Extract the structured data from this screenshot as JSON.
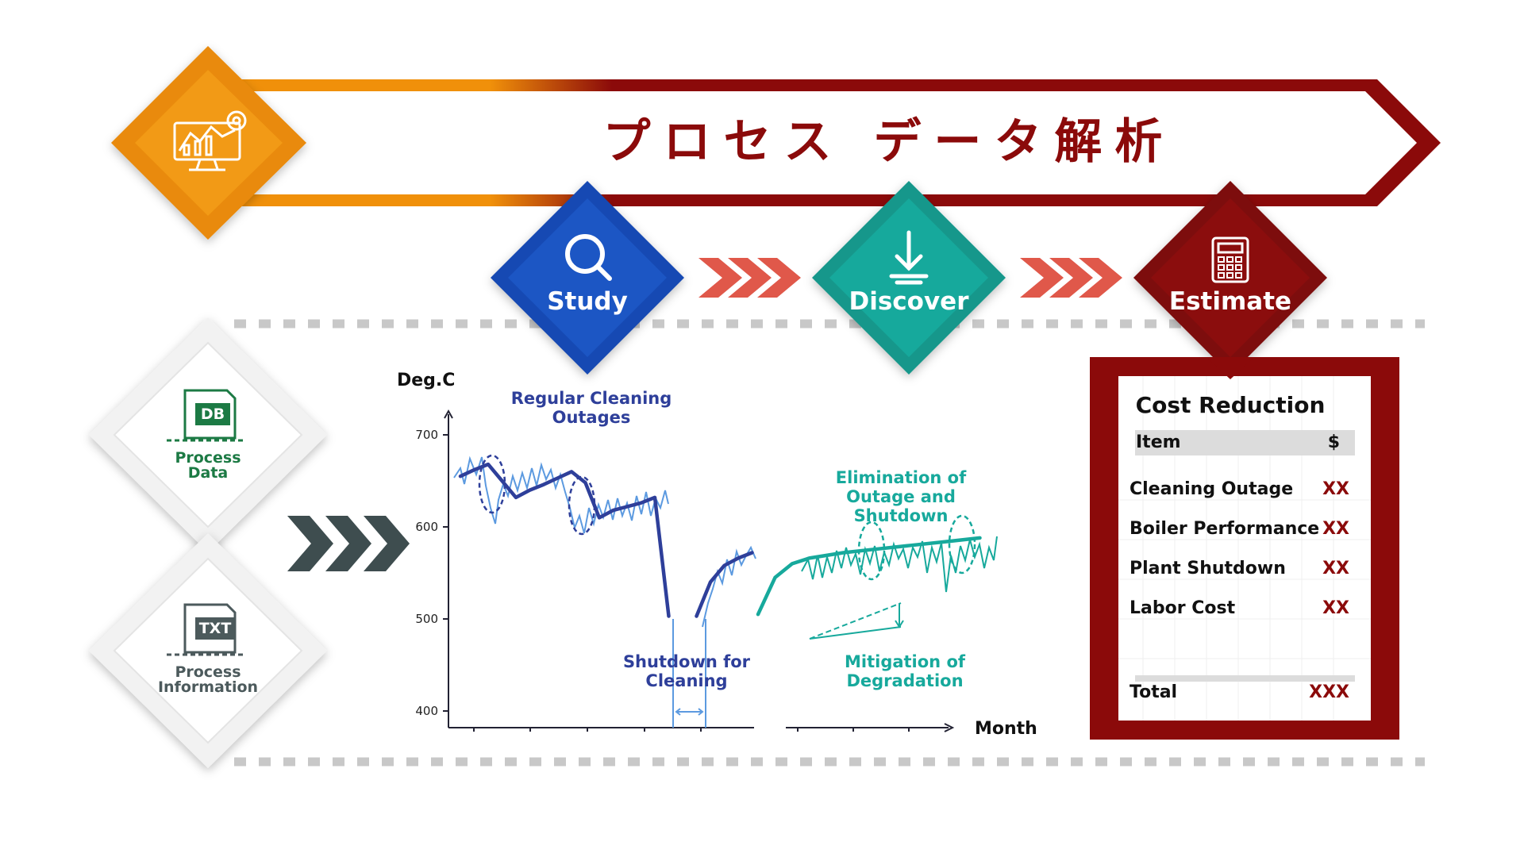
{
  "title": "プロセス データ解析",
  "steps": [
    {
      "label": "Study",
      "icon": "magnifier-icon",
      "color": "#1a56c4"
    },
    {
      "label": "Discover",
      "icon": "download-icon",
      "color": "#17a99c"
    },
    {
      "label": "Estimate",
      "icon": "calculator-icon",
      "color": "#8b0a0a"
    }
  ],
  "sources": [
    {
      "badge": "DB",
      "label_line1": "Process",
      "label_line2": "Data",
      "color": "#1c7a44"
    },
    {
      "badge": "TXT",
      "label_line1": "Process",
      "label_line2": "Information",
      "color": "#4c5a5c"
    }
  ],
  "chart_data": {
    "type": "line",
    "ylabel": "Deg.C",
    "xlabel": "Month",
    "yticks": [
      700,
      600,
      500,
      400
    ],
    "ylim": [
      380,
      720
    ],
    "annotations": {
      "regular_cleaning": [
        "Regular Cleaning",
        "Outages"
      ],
      "shutdown": [
        "Shutdown for",
        "Cleaning"
      ],
      "elimination": [
        "Elimination of",
        "Outage and Shutdown"
      ],
      "mitigation": [
        "Mitigation of",
        "Degradation"
      ]
    },
    "series": [
      {
        "values": [
          [
            0.0,
            655
          ],
          [
            0.5,
            662
          ],
          [
            1.0,
            668
          ],
          [
            1.5,
            650
          ],
          [
            2.0,
            632
          ],
          [
            2.5,
            640
          ],
          [
            3.0,
            646
          ],
          [
            3.5,
            653
          ],
          [
            4.0,
            660
          ],
          [
            4.5,
            648
          ],
          [
            5.0,
            610
          ],
          [
            5.5,
            618
          ],
          [
            6.0,
            622
          ],
          [
            6.5,
            626
          ],
          [
            7.0,
            632
          ],
          [
            7.5,
            503
          ]
        ]
      },
      {
        "values": [
          [
            8.5,
            503
          ],
          [
            9.0,
            540
          ],
          [
            9.5,
            558
          ],
          [
            10.0,
            566
          ],
          [
            10.5,
            572
          ]
        ]
      },
      {
        "values": [
          [
            11.5,
            505
          ],
          [
            12.0,
            545
          ],
          [
            12.5,
            560
          ],
          [
            13.0,
            566
          ],
          [
            14.0,
            572
          ],
          [
            15.0,
            576
          ],
          [
            16.0,
            580
          ],
          [
            17.0,
            584
          ],
          [
            18.0,
            588
          ]
        ]
      }
    ]
  },
  "cost": {
    "title": "Cost Reduction",
    "header_item": "Item",
    "header_value": "$",
    "rows": [
      {
        "item": "Cleaning Outage",
        "value": "XX"
      },
      {
        "item": "Boiler Performance",
        "value": "XX"
      },
      {
        "item": "Plant Shutdown",
        "value": "XX"
      },
      {
        "item": "Labor Cost",
        "value": "XX"
      }
    ],
    "total_label": "Total",
    "total_value": "XXX"
  },
  "colors": {
    "primary_red": "#8b0a0a",
    "orange": "#f0900a",
    "study_blue": "#1a56c4",
    "discover_teal": "#17a99c",
    "chevron_red": "#e0584a",
    "chevron_gray": "#3e4d4f",
    "dark_blue_line": "#2e3f9a",
    "light_blue_line": "#5c9ae0"
  }
}
